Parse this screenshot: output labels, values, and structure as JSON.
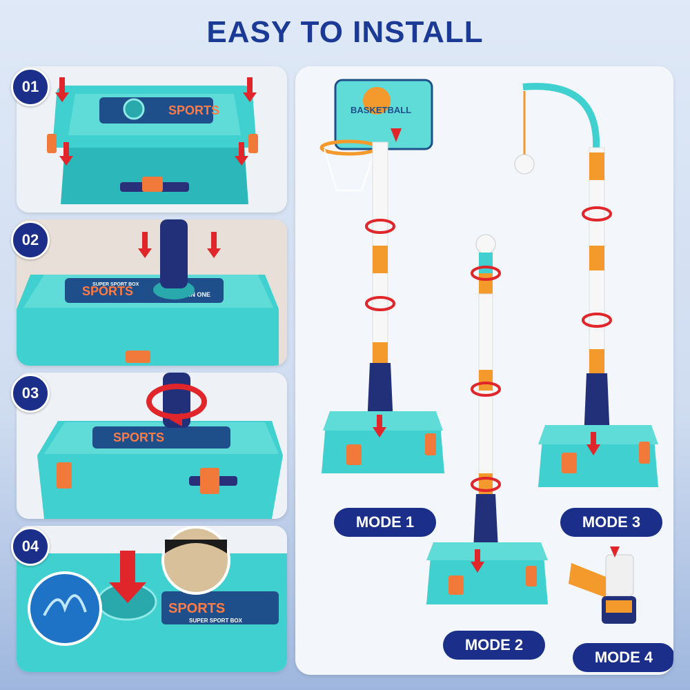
{
  "title": "EASY TO INSTALL",
  "steps": [
    {
      "number": "01",
      "box_brand": "SPORTS"
    },
    {
      "number": "02",
      "box_brand": "SPORTS",
      "box_sub": "ALL IN ONE",
      "box_top": "SUPER SPORT BOX"
    },
    {
      "number": "03",
      "box_brand": "SPORTS"
    },
    {
      "number": "04",
      "box_brand": "SPORTS",
      "box_top": "SUPER SPORT BOX"
    }
  ],
  "modes": {
    "basketball_label": "BASKETBALL",
    "mode1": "MODE 1",
    "mode2": "MODE 2",
    "mode3": "MODE 3",
    "mode4": "MODE 4"
  },
  "colors": {
    "title": "#1b3a96",
    "badge": "#1b2f8a",
    "box_teal": "#36c9c9",
    "arrow_red": "#e0262a",
    "pole_orange": "#f49a2c",
    "pole_navy": "#22307a"
  },
  "icons": [
    "down-arrow-icon",
    "rotate-arrow-icon",
    "water-splash-icon",
    "sand-icon"
  ]
}
